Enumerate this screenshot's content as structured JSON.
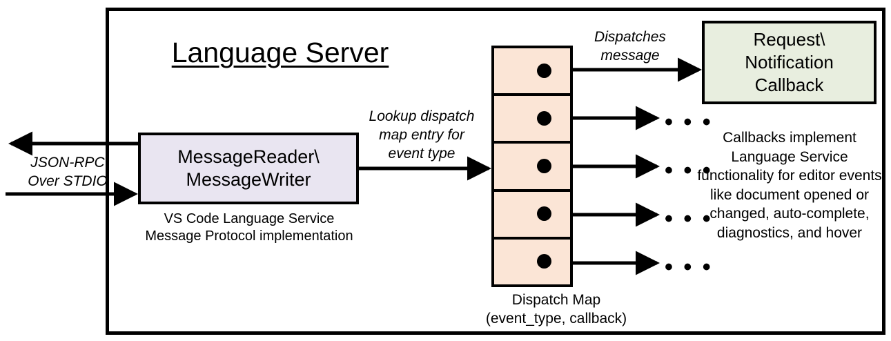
{
  "diagram": {
    "title": "Language Server",
    "external_protocol_label": "JSON-RPC\nOver STDIO",
    "nodes": {
      "message_reader": {
        "line1": "MessageReader\\",
        "line2": "MessageWriter",
        "fill": "#E9E5F1",
        "caption": "VS Code Language Service\nMessage Protocol implementation"
      },
      "dispatch_map": {
        "fill": "#FBE5D6",
        "row_count": 5,
        "caption": "Dispatch Map\n(event_type, callback)"
      },
      "callback": {
        "line1": "Request\\",
        "line2": "Notification",
        "line3": "Callback",
        "fill": "#E8EEDF",
        "caption": "Callbacks implement Language Service functionality for editor events like document opened or changed, auto-complete, diagnostics, and hover"
      }
    },
    "edges": {
      "lookup_label": "Lookup dispatch\nmap entry for\nevent type",
      "dispatches_label": "Dispatches\nmessage",
      "ellipsis": "• • •"
    },
    "colors": {
      "stroke": "#000000",
      "background": "#FFFFFF"
    }
  }
}
